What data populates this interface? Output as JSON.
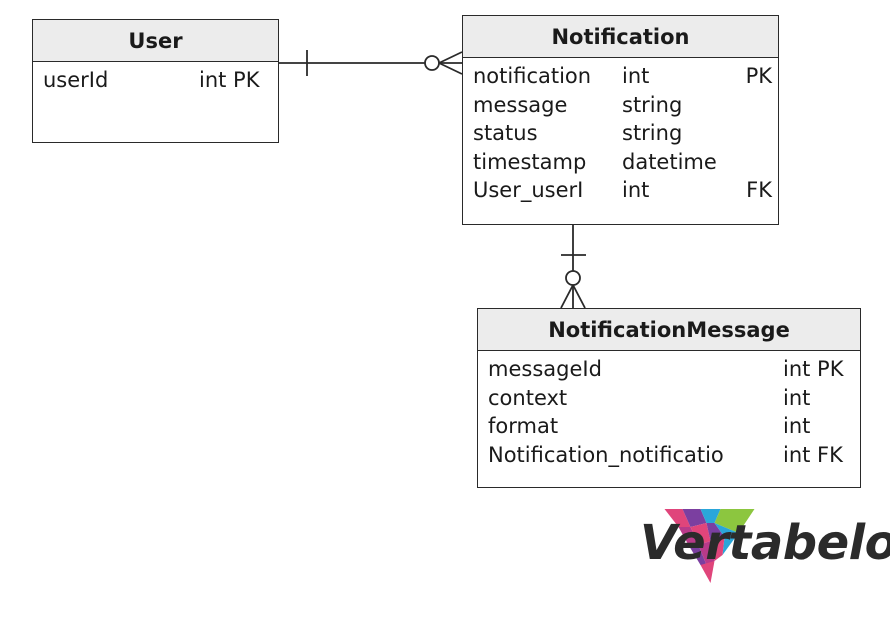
{
  "entities": {
    "user": {
      "title": "User",
      "attributes": [
        {
          "name": "userId",
          "type": "int PK"
        }
      ]
    },
    "notification": {
      "title": "Notification",
      "attributes": [
        {
          "name": "notification",
          "type": "int",
          "key": "PK"
        },
        {
          "name": "message",
          "type": "string",
          "key": ""
        },
        {
          "name": "status",
          "type": "string",
          "key": ""
        },
        {
          "name": "timestamp",
          "type": "datetime",
          "key": ""
        },
        {
          "name": "User_userI",
          "type": "int",
          "key": "FK"
        }
      ]
    },
    "notification_message": {
      "title": "NotificationMessage",
      "attributes": [
        {
          "name": "messageId",
          "type": "int PK"
        },
        {
          "name": "context",
          "type": "int"
        },
        {
          "name": "format",
          "type": "int"
        },
        {
          "name": "Notification_notificatio",
          "type": "int FK"
        }
      ]
    }
  },
  "relationships": [
    {
      "from": "User",
      "to": "Notification",
      "from_cardinality": "one",
      "to_cardinality": "zero-or-many"
    },
    {
      "from": "Notification",
      "to": "NotificationMessage",
      "from_cardinality": "one",
      "to_cardinality": "zero-or-many"
    }
  ],
  "branding": {
    "logo_text": "Vertabelo",
    "logo_colors": [
      "#e0457b",
      "#7b3fa0",
      "#2aa6d9",
      "#8cc63f",
      "#b83a8a"
    ]
  }
}
